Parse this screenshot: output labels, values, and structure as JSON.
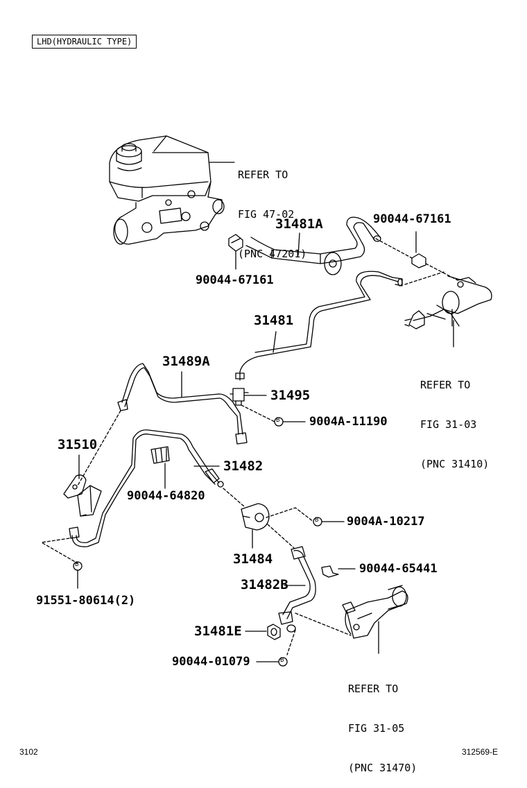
{
  "header_box": "LHD(HYDRAULIC TYPE)",
  "refs": {
    "ref1": [
      "REFER TO",
      "FIG 47-02",
      "(PNC 47201)"
    ],
    "ref2": [
      "REFER TO",
      "FIG 31-03",
      "(PNC 31410)"
    ],
    "ref3": [
      "REFER TO",
      "FIG 31-05",
      "(PNC 31470)"
    ]
  },
  "parts": {
    "p31481A": "31481A",
    "p90044_67161_top": "90044-67161",
    "p90044_67161_bottom": "90044-67161",
    "p31481": "31481",
    "p31489A": "31489A",
    "p31495": "31495",
    "p9004A_11190": "9004A-11190",
    "p31510": "31510",
    "p31482": "31482",
    "p90044_64820": "90044-64820",
    "p9004A_10217": "9004A-10217",
    "p31484": "31484",
    "p90044_65441": "90044-65441",
    "p31482B": "31482B",
    "p91551_80614": "91551-80614(2)",
    "p31481E": "31481E",
    "p90044_01079": "90044-01079"
  },
  "marker_letter": "B",
  "footer": {
    "left": "3102",
    "right": "312569-E"
  }
}
